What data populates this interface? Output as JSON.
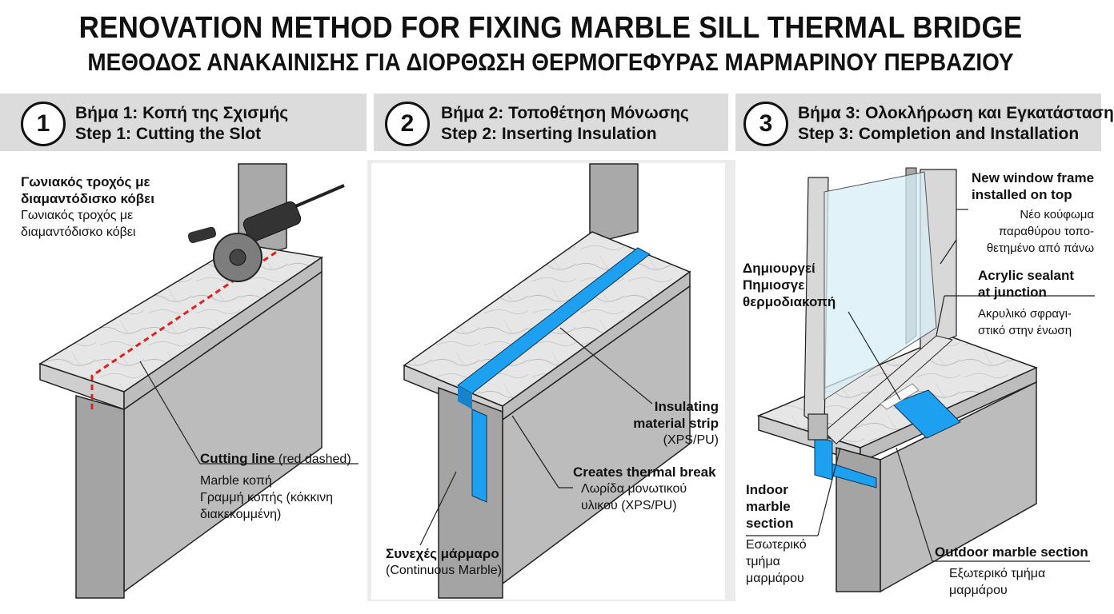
{
  "title": "RENOVATION METHOD FOR FIXING MARBLE SILL THERMAL BRIDGE",
  "subtitle": "ΜΕΘΟΔΟΣ ΑΝΑΚΑΙΝΙΣΗΣ ΓΙΑ ΔΙΟΡΘΩΣΗ ΘΕΡΜΟΓΕΦΥΡΑΣ ΜΑΡΜΑΡΙΝΟΥ ΠΕΡΒΑΖΙΟΥ",
  "steps": [
    {
      "number": "1",
      "line_gr": "Βήμα 1: Κοπή της Σχισμής",
      "line_en": "Step 1: Cutting the Slot"
    },
    {
      "number": "2",
      "line_gr": "Βήμα 2: Τοποθέτηση Μόνωσης",
      "line_en": "Step 2: Inserting Insulation"
    },
    {
      "number": "3",
      "line_gr": "Βήμα 3: Ολοκλήρωση και Εγκατάσταση",
      "line_en": "Step 3: Completion and Installation"
    }
  ],
  "panel1": {
    "grinder_bold_1": "Γωνιακός τροχός με",
    "grinder_bold_2": "διαμαντόδισκο κόβει",
    "grinder_1": "Γωνιακός τροχός με",
    "grinder_2": "διαμαντόδισκο κόβει",
    "cut_bold": "Cutting line",
    "cut_note": " (red dashed)",
    "cut_1": "Marble κοπή",
    "cut_2": "Γραμμή κοπής (κόκκινη",
    "cut_3": "διακεκομμένη)"
  },
  "panel2": {
    "ins_bold_1": "Insulating",
    "ins_bold_2": "material strip",
    "ins_3": "(XPS/PU)",
    "break_bold": "Creates thermal break",
    "break_1": "Λωρίδα μονωτικού",
    "break_2": "υλικού (XPS/PU)",
    "cont_bold": "Συνεχές μάρμαρο",
    "cont_1": "(Continuous Marble)"
  },
  "panel3": {
    "frame_bold_1": "New window frame",
    "frame_bold_2": "installed on top",
    "frame_1": "Νέο κούφωμα",
    "frame_2": "παραθύρου τοπο-",
    "frame_3": "θετημένο από πάνω",
    "sealant_bold_1": "Acrylic sealant",
    "sealant_bold_2": "at junction",
    "sealant_1": "Ακρυλικό σφραγι-",
    "sealant_2": "στικό στην ένωση",
    "creates_1": "Δημιουργεί",
    "creates_2": "Πημιοσγε",
    "creates_3": "θερμοδιακοπή",
    "indoor_bold_1": "Indoor",
    "indoor_bold_2": "marble",
    "indoor_bold_3": "section",
    "indoor_1": "Εσωτερικό",
    "indoor_2": "τμήμα",
    "indoor_3": "μαρμάρου",
    "outdoor_bold": "Outdoor marble section",
    "outdoor_1": "Εξωτερικό τμήμα",
    "outdoor_2": "μαρμάρου"
  },
  "colors": {
    "insulation": "#1ea0f0",
    "cut_line": "#e02020",
    "header_bg": "#dcdcdc",
    "wall": "#a9a9a9",
    "marble": "#e6e6e6"
  }
}
